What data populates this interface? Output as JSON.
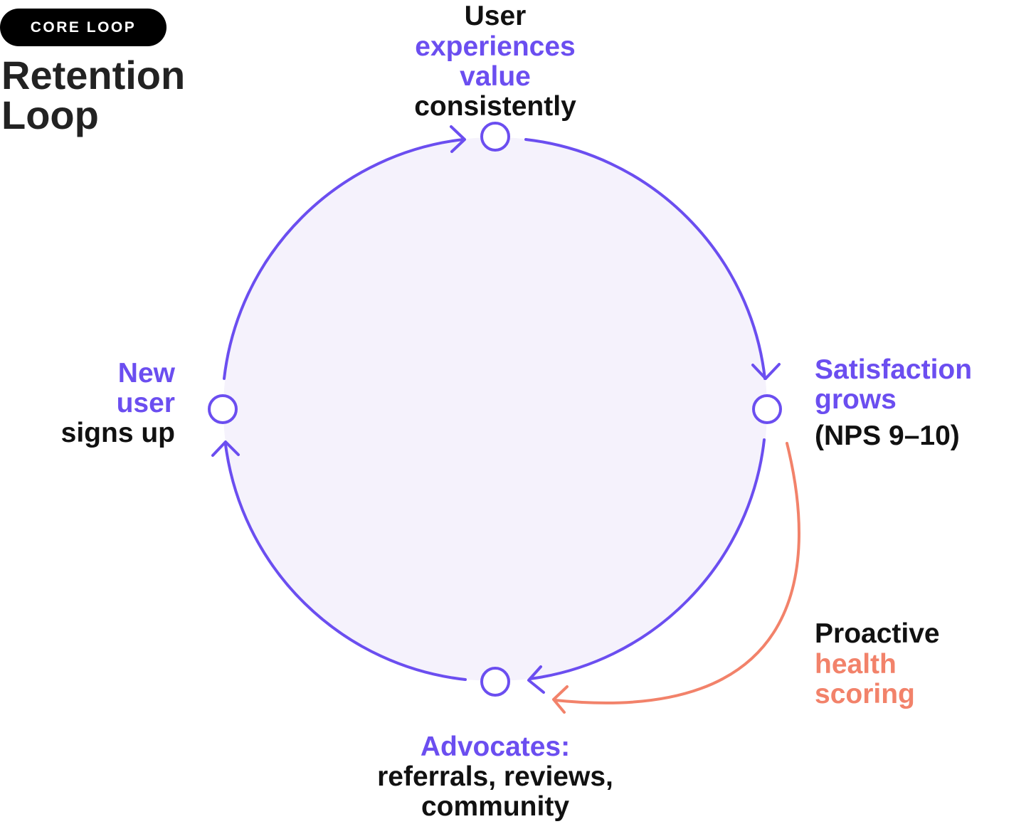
{
  "badge": "CORE LOOP",
  "title": [
    "Retention",
    "Loop"
  ],
  "nodes": {
    "top": [
      "User",
      "experiences",
      "value",
      "consistently"
    ],
    "right": [
      "Satisfaction",
      "grows",
      "(NPS 9–10)"
    ],
    "bottom": [
      "Advocates:",
      "referrals, reviews,",
      "community"
    ],
    "left": [
      "New",
      "user",
      "signs up"
    ]
  },
  "feedback": [
    "Proactive",
    "health",
    "scoring"
  ],
  "colors": {
    "primary": "#6B4EF0",
    "accent": "#F2826A",
    "fill": "#F5F2FC",
    "text": "#111111"
  }
}
